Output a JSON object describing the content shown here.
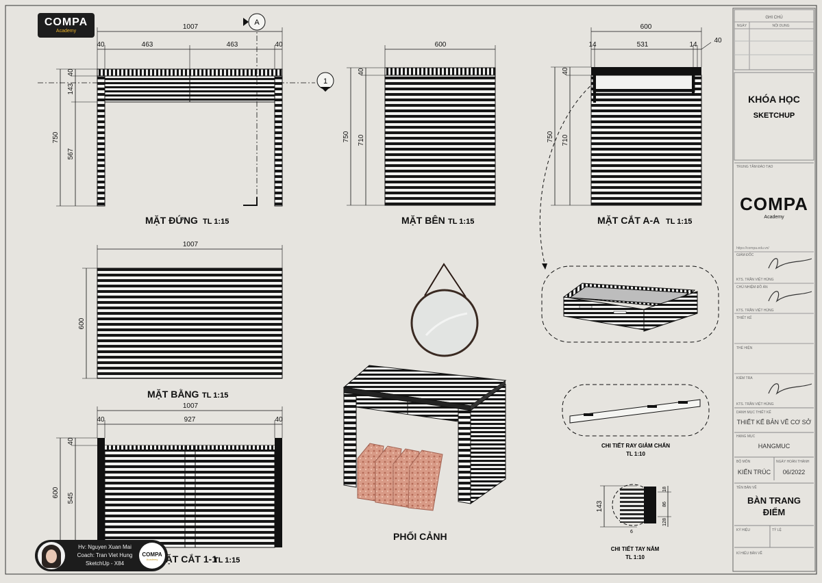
{
  "brand": {
    "logo_text": "COMPA",
    "logo_sub": "Academy",
    "accent": "#f3b82b",
    "ink": "#111111",
    "paper": "#e6e4df"
  },
  "views": {
    "elevation": {
      "title": "MẶT ĐỨNG",
      "scale": "TL 1:15",
      "dims": {
        "total": "1007",
        "seg_left": "40",
        "seg_a": "463",
        "seg_b": "463",
        "seg_right": "40",
        "h_total": "750",
        "h_top": "40",
        "h_drawer": "143",
        "h_leg": "567"
      },
      "section_mark": "A",
      "cut_mark": "1"
    },
    "side": {
      "title": "MẶT BÊN",
      "scale": "TL 1:15",
      "dims": {
        "width": "600",
        "h_total": "750",
        "h_top": "40",
        "h_body": "710"
      }
    },
    "section_aa": {
      "title": "MẶT CẮT A-A",
      "scale": "TL 1:15",
      "dims": {
        "width": "600",
        "left": "14",
        "mid": "531",
        "right": "14",
        "right_out": "40",
        "h_total": "750",
        "h_top": "40",
        "h_body": "710"
      }
    },
    "plan": {
      "title": "MẶT BẰNG",
      "scale": "TL 1:15",
      "dims": {
        "width": "1007",
        "depth": "600"
      }
    },
    "section_11": {
      "title": "MẶT CẮT 1-1",
      "scale": "TL 1:15",
      "dims": {
        "width": "1007",
        "left": "40",
        "mid": "927",
        "right": "40",
        "h_total": "600",
        "h_top": "40",
        "h_body": "545"
      }
    },
    "perspective": {
      "title": "PHỐI CẢNH"
    },
    "rail_detail": {
      "title": "CHI TIẾT RAY GIẢM CHẤN",
      "scale": "TL 1:10"
    },
    "handle_detail": {
      "title": "CHI TIẾT TAY NẮM",
      "scale": "TL 1:10",
      "dims": {
        "h": "143",
        "a": "18",
        "b": "86",
        "c": "128",
        "w": "6"
      }
    }
  },
  "title_block": {
    "notes_header": "GHI CHÚ",
    "col_a": "NGÀY",
    "col_b": "NỘI DUNG",
    "course_line1": "KHÓA HỌC",
    "course_line2": "SKETCHUP",
    "center_label": "TRUNG TÂM ĐÀO TẠO",
    "logo_text": "COMPA",
    "logo_sub": "Academy",
    "website": "https://compa.edu.vn/",
    "director_label": "GIÁM ĐỐC",
    "director_name": "KTS. TRẦN VIỆT HÙNG",
    "chief_label": "CHỦ NHIỆM ĐỒ ÁN",
    "chief_name": "KTS. TRẦN VIỆT HÙNG",
    "design_label": "THIẾT KẾ",
    "drawn_label": "THỂ HIỆN",
    "check_label": "KIỂM TRA",
    "check_name": "KTS. TRẦN VIỆT HÙNG",
    "drawing_label": "DANH MỤC THIẾT KẾ",
    "drawing_value": "THIẾT KẾ BẢN VẼ CƠ SỞ",
    "category_label": "HẠNG MỤC",
    "category_value": "HANGMUC",
    "dept_label": "BỘ MÔN",
    "date_label": "NGÀY HOÀN THÀNH",
    "dept_value": "KIẾN TRÚC",
    "date_value": "06/2022",
    "sheet_label": "TÊN BẢN VẼ",
    "sheet_line1": "BÀN TRANG",
    "sheet_line2": "ĐIỂM",
    "sheetno_label": "KÝ HIỆU",
    "scale_label": "TỶ LỆ",
    "code_label": "KÍ HIỆU BẢN VẼ"
  },
  "student": {
    "line1": "Hv: Nguyen Xuan Mai",
    "line2": "Coach: Tran Viet Hung",
    "line3": "SketchUp - X84",
    "logo_text": "COMPA",
    "logo_sub": "Academy"
  }
}
